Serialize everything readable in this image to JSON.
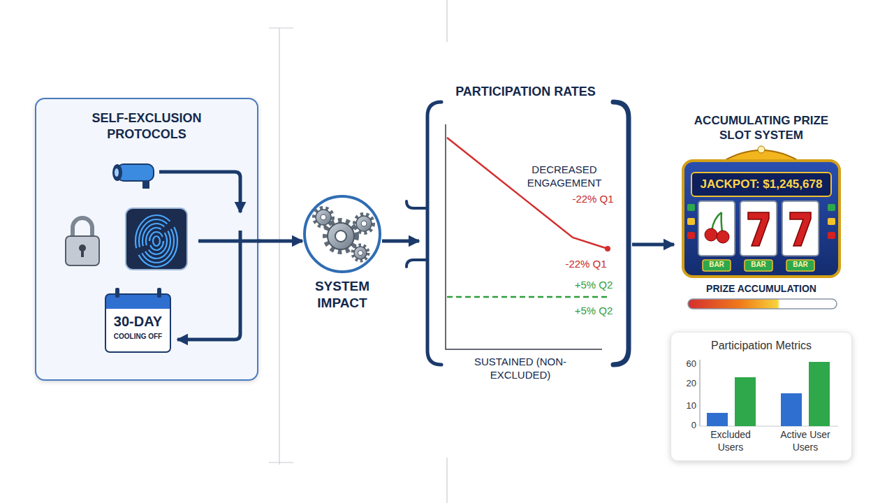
{
  "diagram": {
    "nodes": [
      {
        "text": [
          "SELF-EXCLUSION PROTOCOLS"
        ]
      },
      {
        "text": [
          "30-DAY",
          "COOLING OFF"
        ],
        "in": 0
      },
      {
        "text": [
          "SYSTEM IMPACT"
        ]
      },
      {
        "text": [
          "PARTICIPATION RATES"
        ]
      },
      {
        "text": [
          "ACCUMULATING PRIZE SLOT SYSTEM",
          "JACKPOT: $1,245,678",
          "PRIZE ACCUMULATION"
        ]
      },
      {
        "text": [
          "Participation Metrics"
        ]
      }
    ],
    "edges": [
      {
        "from": 0,
        "to": 2,
        "arrow": "to"
      },
      {
        "from": 2,
        "to": 3,
        "arrow": "to"
      },
      {
        "from": 3,
        "to": 4,
        "arrow": "to"
      }
    ],
    "labels": [
      "DECREASED ENGAGEMENT",
      "-22% Q1",
      "-22% Q1",
      "+5% Q2",
      "+5% Q2",
      "SUSTAINED (NON-EXCLUDED)",
      "BAR",
      "BAR",
      "BAR",
      "60",
      "20",
      "10",
      "0",
      "Excluded Users",
      "Active User Users"
    ]
  }
}
